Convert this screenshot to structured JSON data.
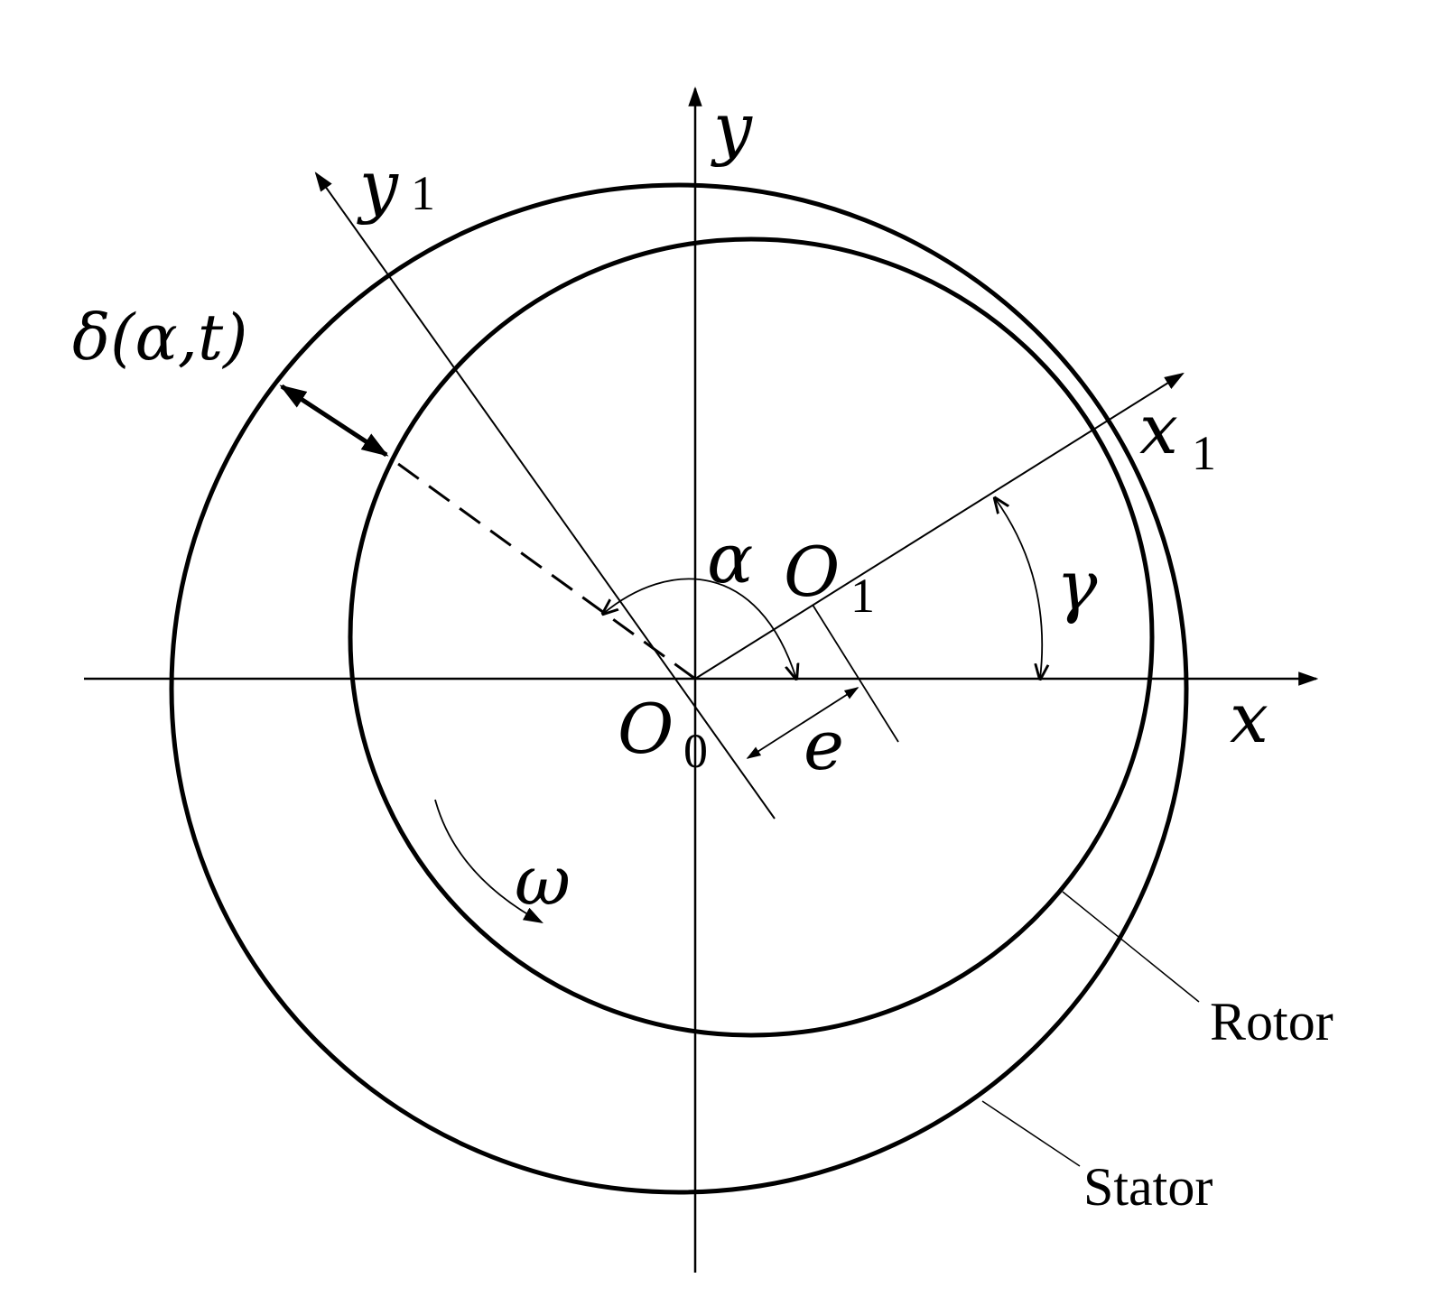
{
  "labels": {
    "y": "y",
    "x": "x",
    "y1": "y",
    "y1_sub": "1",
    "x1": "x",
    "x1_sub": "1",
    "delta": "δ(α,t)",
    "alpha": "α",
    "O1": "O",
    "O1_sub": "1",
    "O0": "O",
    "O0_sub": "0",
    "e": "e",
    "gamma": "γ",
    "omega": "ω",
    "rotor": "Rotor",
    "stator": "Stator"
  },
  "colors": {
    "ink": "#000000",
    "background": "#ffffff"
  }
}
